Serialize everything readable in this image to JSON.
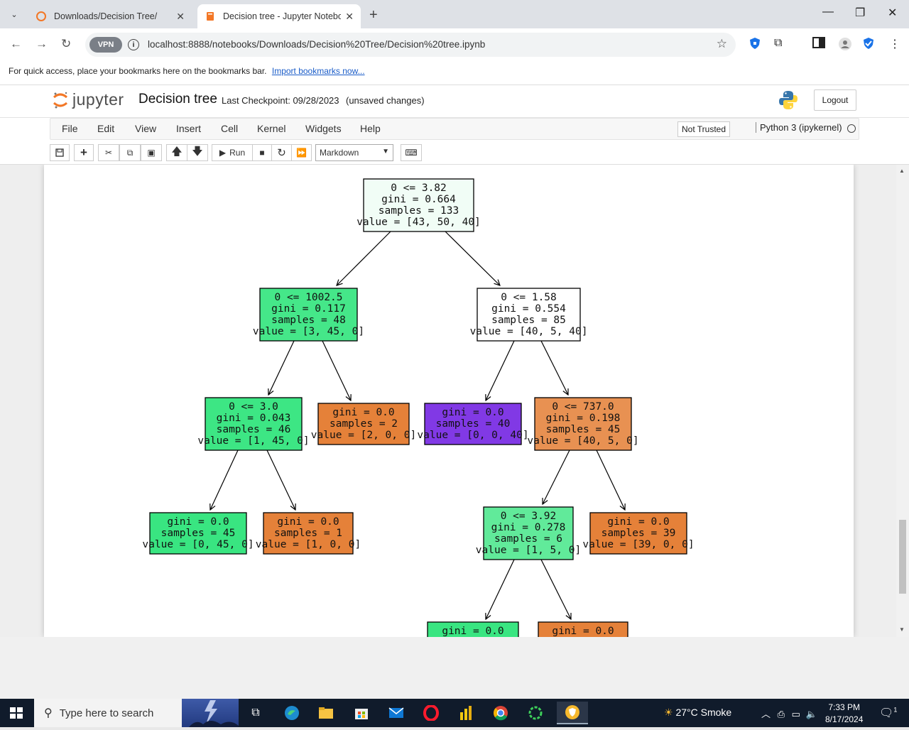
{
  "browser": {
    "tabs": [
      {
        "title": "Downloads/Decision Tree/",
        "active": false
      },
      {
        "title": "Decision tree - Jupyter Notebo",
        "active": true
      }
    ],
    "new_tab": "+",
    "url": "localhost:8888/notebooks/Downloads/Decision%20Tree/Decision%20tree.ipynb",
    "vpn_label": "VPN",
    "bookmarks_prompt": "For quick access, place your bookmarks here on the bookmarks bar.",
    "bookmarks_link": "Import bookmarks now..."
  },
  "jupyter": {
    "logo_text": "jupyter",
    "notebook_name": "Decision tree",
    "checkpoint": "Last Checkpoint: 09/28/2023",
    "unsaved": "(unsaved changes)",
    "logout": "Logout",
    "menu": [
      "File",
      "Edit",
      "View",
      "Insert",
      "Cell",
      "Kernel",
      "Widgets",
      "Help"
    ],
    "trust": "Not Trusted",
    "kernel": "Python 3 (ipykernel)",
    "run_label": "Run",
    "cell_type": "Markdown"
  },
  "tree": {
    "nodes": [
      {
        "id": "n0",
        "lines": [
          "0 <= 3.82",
          "gini = 0.664",
          "samples = 133",
          "value = [43, 50, 40]"
        ],
        "color": "#f1fdf6"
      },
      {
        "id": "n1",
        "lines": [
          "0 <= 1002.5",
          "gini = 0.117",
          "samples = 48",
          "value = [3, 45, 0]"
        ],
        "color": "#45e789"
      },
      {
        "id": "n2",
        "lines": [
          "0 <= 1.58",
          "gini = 0.554",
          "samples = 85",
          "value = [40, 5, 40]"
        ],
        "color": "#ffffff"
      },
      {
        "id": "n3",
        "lines": [
          "0 <= 3.0",
          "gini = 0.043",
          "samples = 46",
          "value = [1, 45, 0]"
        ],
        "color": "#3de684"
      },
      {
        "id": "n4",
        "lines": [
          "gini = 0.0",
          "samples = 2",
          "value = [2, 0, 0]"
        ],
        "color": "#e58139"
      },
      {
        "id": "n5",
        "lines": [
          "gini = 0.0",
          "samples = 40",
          "value = [0, 0, 40]"
        ],
        "color": "#8139e5"
      },
      {
        "id": "n6",
        "lines": [
          "0 <= 737.0",
          "gini = 0.198",
          "samples = 45",
          "value = [40, 5, 0]"
        ],
        "color": "#e89152"
      },
      {
        "id": "n7",
        "lines": [
          "gini = 0.0",
          "samples = 45",
          "value = [0, 45, 0]"
        ],
        "color": "#39e581"
      },
      {
        "id": "n8",
        "lines": [
          "gini = 0.0",
          "samples = 1",
          "value = [1, 0, 0]"
        ],
        "color": "#e58139"
      },
      {
        "id": "n9",
        "lines": [
          "0 <= 3.92",
          "gini = 0.278",
          "samples = 6",
          "value = [1, 5, 0]"
        ],
        "color": "#61ea9a"
      },
      {
        "id": "n10",
        "lines": [
          "gini = 0.0",
          "samples = 39",
          "value = [39, 0, 0]"
        ],
        "color": "#e58139"
      },
      {
        "id": "n11",
        "lines": [
          "gini = 0.0"
        ],
        "color": "#39e581"
      },
      {
        "id": "n12",
        "lines": [
          "gini = 0.0"
        ],
        "color": "#e58139"
      }
    ]
  },
  "taskbar": {
    "search_placeholder": "Type here to search",
    "weather": "27°C  Smoke",
    "time": "7:33 PM",
    "date": "8/17/2024",
    "notif_badge": "1"
  }
}
